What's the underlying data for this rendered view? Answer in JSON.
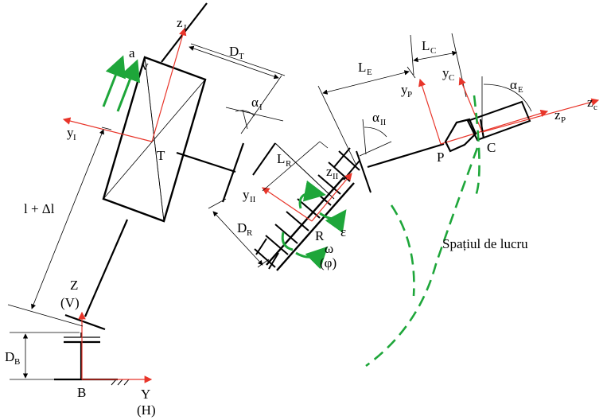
{
  "labels": {
    "zI": "z",
    "zI_sub": "I",
    "a": "a",
    "v": "v",
    "DT": "D",
    "DT_sub": "T",
    "yI": "y",
    "yI_sub": "I",
    "T": "T",
    "l_dl": "l + Δl",
    "alphaI": "α",
    "alphaI_sub": "I",
    "LR": "L",
    "LR_sub": "R",
    "yII": "y",
    "yII_sub": "II",
    "zII": "z",
    "zII_sub": "II",
    "DR": "D",
    "DR_sub": "R",
    "R": "R",
    "epsilon": "ε",
    "omega": "ω",
    "phi": "(φ)",
    "LE": "L",
    "LE_sub": "E",
    "alphaII": "α",
    "alphaII_sub": "II",
    "LC": "L",
    "LC_sub": "C",
    "yP": "y",
    "yP_sub": "P",
    "yC": "y",
    "yC_sub": "C",
    "alphaE": "α",
    "alphaE_sub": "E",
    "zP": "z",
    "zP_sub": "P",
    "zc": "z",
    "zc_sub": "c",
    "P": "P",
    "C": "C",
    "workspace": "Spațiul de lucru",
    "Z": "Z",
    "V": "(V)",
    "DB": "D",
    "DB_sub": "B",
    "B": "B",
    "Y": "Y",
    "H": "(H)"
  },
  "colors": {
    "frame": "#e8352a",
    "motion": "#1ea63a",
    "line": "#000000"
  }
}
